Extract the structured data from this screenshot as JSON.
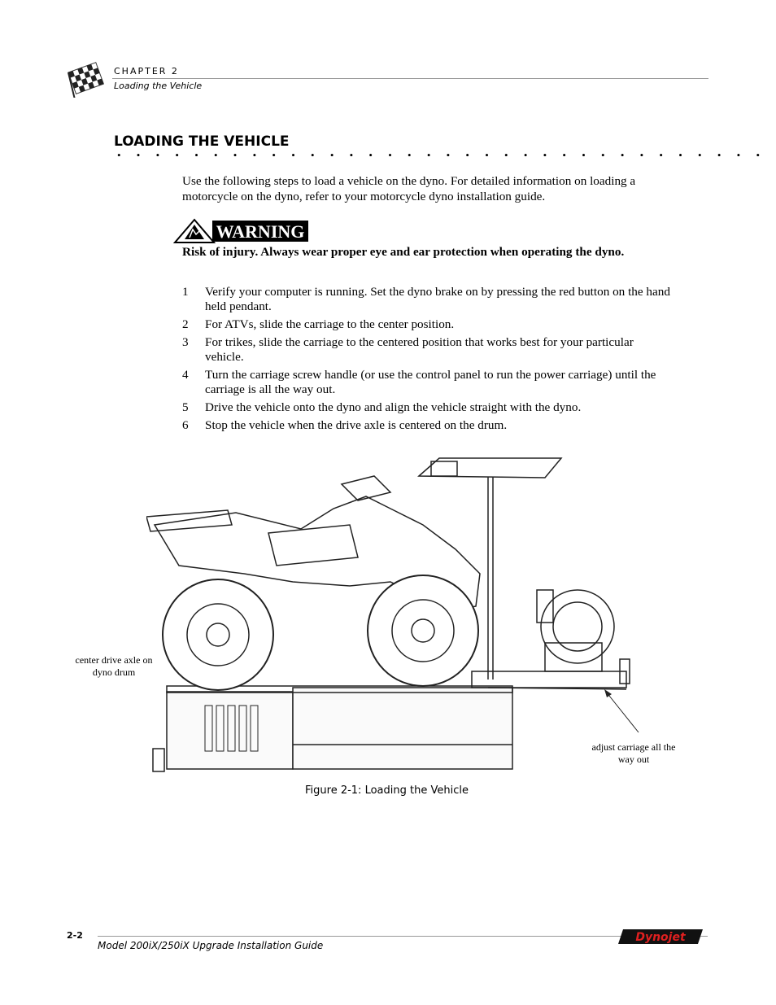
{
  "header": {
    "chapter": "CHAPTER 2",
    "subtitle": "Loading the Vehicle"
  },
  "section": {
    "title": "LOADING THE VEHICLE",
    "dots": "• • • • • • • • • • • • • • • • • • • • • • • • • • • • • • • • • •"
  },
  "intro": "Use the following steps to load a vehicle on the dyno. For detailed information on loading a motorcycle on the dyno, refer to your motorcycle dyno installation guide.",
  "warning": {
    "badge_label": "WARNING",
    "text": "Risk of injury. Always wear proper eye and ear protection when operating the dyno."
  },
  "steps": [
    {
      "num": "1",
      "text": "Verify your computer is running. Set the dyno brake on by pressing the red button on the hand held pendant."
    },
    {
      "num": "2",
      "text": "For ATVs, slide the carriage to the center position."
    },
    {
      "num": "3",
      "text": "For trikes, slide the carriage to the centered position that works best for your particular vehicle."
    },
    {
      "num": "4",
      "text": "Turn the carriage screw handle (or use the control panel to run the power carriage) until the carriage is all the way out."
    },
    {
      "num": "5",
      "text": "Drive the vehicle onto the dyno and align the vehicle straight with the dyno."
    },
    {
      "num": "6",
      "text": "Stop the vehicle when the drive axle is centered on the drum."
    }
  ],
  "figure": {
    "callout_left": "center drive axle on dyno drum",
    "callout_right": "adjust carriage all the way out",
    "caption": "Figure 2-1: Loading the Vehicle"
  },
  "footer": {
    "page_number": "2-2",
    "doc_title": "Model 200iX/250iX Upgrade Installation Guide",
    "brand": "Dynojet"
  }
}
